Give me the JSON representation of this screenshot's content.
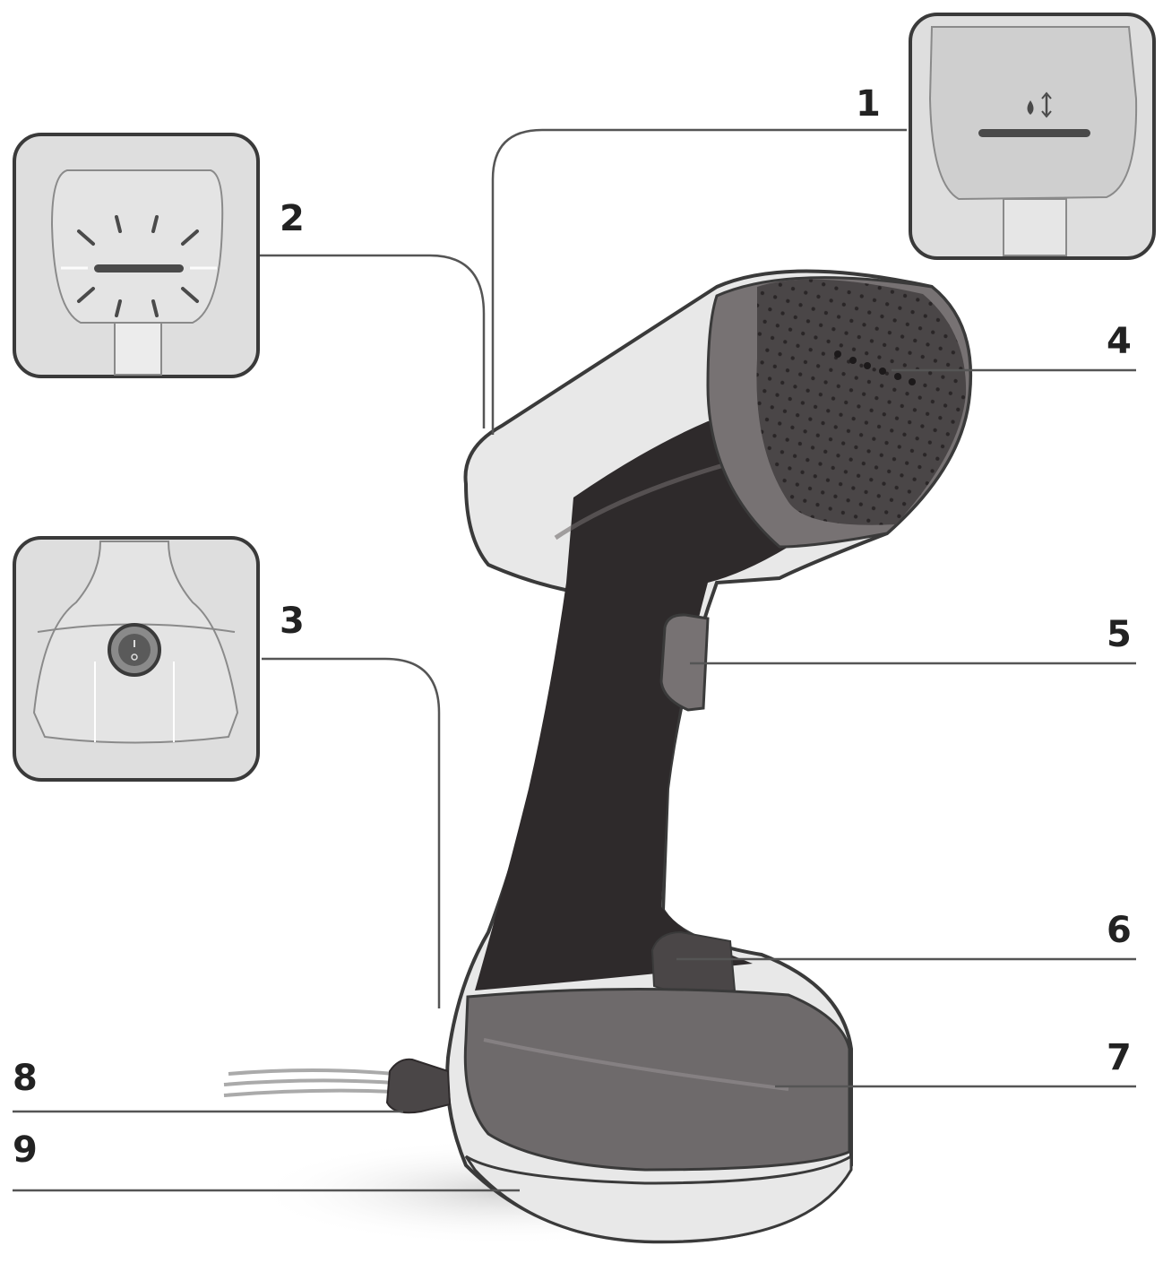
{
  "callouts": [
    {
      "id": "1",
      "label": "1",
      "target": "steam-trigger-detail"
    },
    {
      "id": "2",
      "label": "2",
      "target": "steam-indicator-detail"
    },
    {
      "id": "3",
      "label": "3",
      "target": "on-off-button-detail"
    },
    {
      "id": "4",
      "label": "4",
      "target": "steam-plate"
    },
    {
      "id": "5",
      "label": "5",
      "target": "steam-trigger"
    },
    {
      "id": "6",
      "label": "6",
      "target": "tank-release"
    },
    {
      "id": "7",
      "label": "7",
      "target": "water-tank"
    },
    {
      "id": "8",
      "label": "8",
      "target": "power-cord"
    },
    {
      "id": "9",
      "label": "9",
      "target": "base"
    }
  ],
  "colors": {
    "outline": "#3a3a3a",
    "body_light": "#e8e8e8",
    "body_dark": "#2e2a2b",
    "plate": "#4a4647",
    "tank": "#6e6a6b",
    "inset_bg": "#dedede",
    "leader": "#555555"
  }
}
